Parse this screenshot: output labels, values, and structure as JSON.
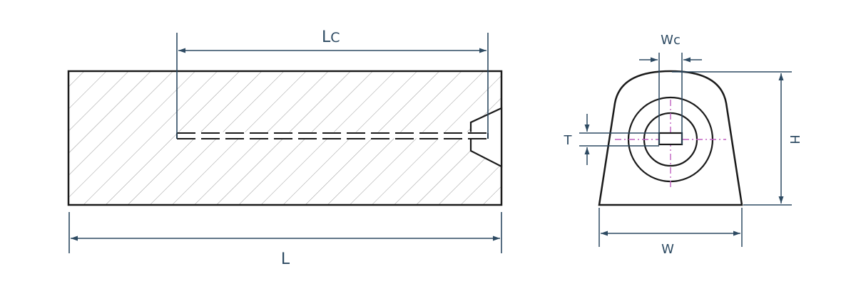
{
  "labels": {
    "lc": "LC",
    "lc_main": "L",
    "lc_sub": "C",
    "l": "L",
    "wc": "Wc",
    "t": "T",
    "h": "H",
    "w": "W"
  },
  "colors": {
    "outline": "#1a1a1a",
    "dimension": "#2d4a62",
    "hatch": "#9a9a9a",
    "centerline": "#c060c0"
  }
}
